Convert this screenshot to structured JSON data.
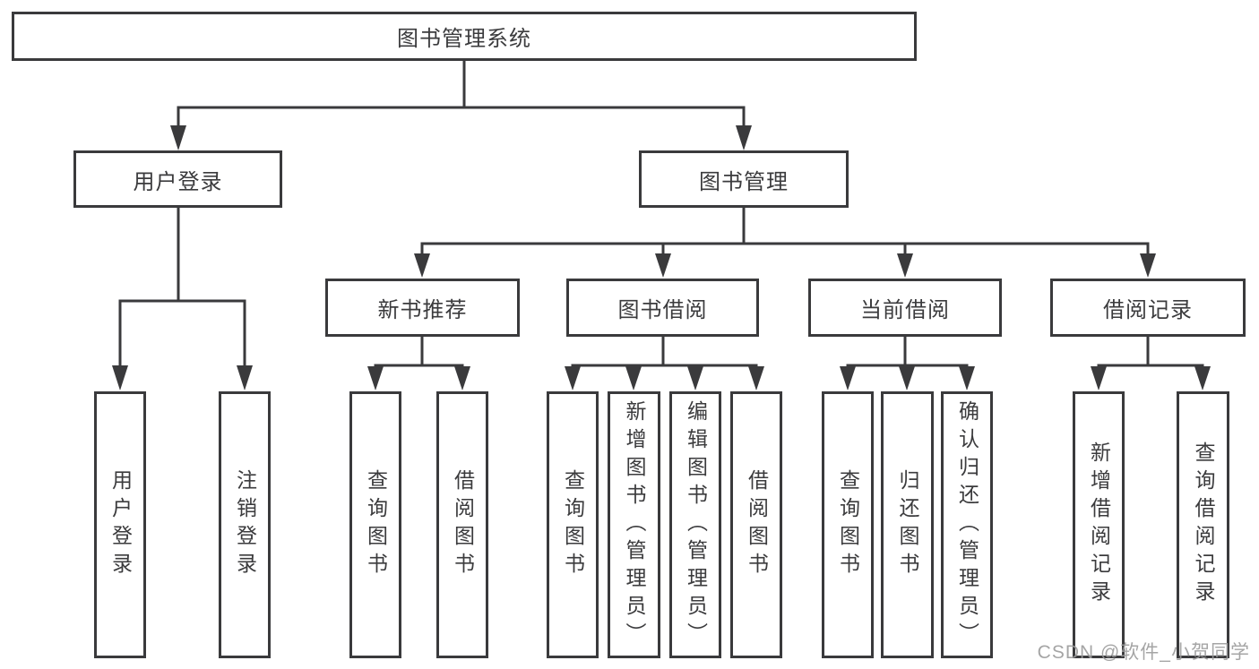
{
  "diagram_title": "图书管理系统",
  "tree": {
    "label": "图书管理系统",
    "children": [
      {
        "label": "用户登录",
        "children": [
          {
            "label": "用户登录"
          },
          {
            "label": "注销登录"
          }
        ]
      },
      {
        "label": "图书管理",
        "children": [
          {
            "label": "新书推荐",
            "children": [
              {
                "label": "查询图书"
              },
              {
                "label": "借阅图书"
              }
            ]
          },
          {
            "label": "图书借阅",
            "children": [
              {
                "label": "查询图书"
              },
              {
                "label": "新增图书（管理员）"
              },
              {
                "label": "编辑图书（管理员）"
              },
              {
                "label": "借阅图书"
              }
            ]
          },
          {
            "label": "当前借阅",
            "children": [
              {
                "label": "查询图书"
              },
              {
                "label": "归还图书"
              },
              {
                "label": "确认归还（管理员）"
              }
            ]
          },
          {
            "label": "借阅记录",
            "children": [
              {
                "label": "新增借阅记录"
              },
              {
                "label": "查询借阅记录"
              }
            ]
          }
        ]
      }
    ]
  },
  "watermark": {
    "text": "CSDN @软件_小贺同学"
  },
  "colors": {
    "line": "#3a3a3c",
    "text": "#3b3b3d",
    "watermark": "#9b9b9b",
    "background": "#ffffff"
  }
}
